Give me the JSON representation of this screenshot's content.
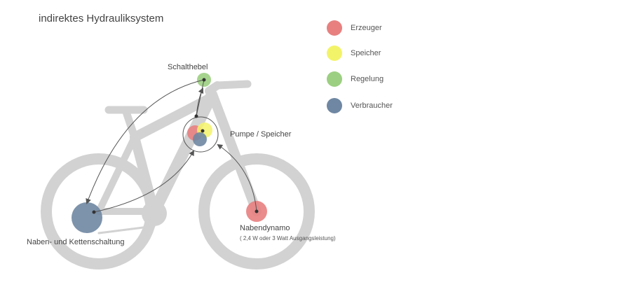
{
  "title": "indirektes Hydrauliksystem",
  "legend": [
    {
      "label": "Erzeuger",
      "color": "#e88080"
    },
    {
      "label": "Speicher",
      "color": "#f3f36a"
    },
    {
      "label": "Regelung",
      "color": "#9ccf82"
    },
    {
      "label": "Verbraucher",
      "color": "#6f87a2"
    }
  ],
  "labels": {
    "schalthebel": "Schalthebel",
    "pumpe": "Pumpe / Speicher",
    "naben": "Naben- und Kettenschaltung",
    "nabendynamo": "Nabendynamo",
    "nabendynamo_sub": "( 2,4 W oder 3 Watt Ausgangsleistung)"
  },
  "colors": {
    "bike": "#d2d2d2",
    "arrow": "#555555"
  }
}
